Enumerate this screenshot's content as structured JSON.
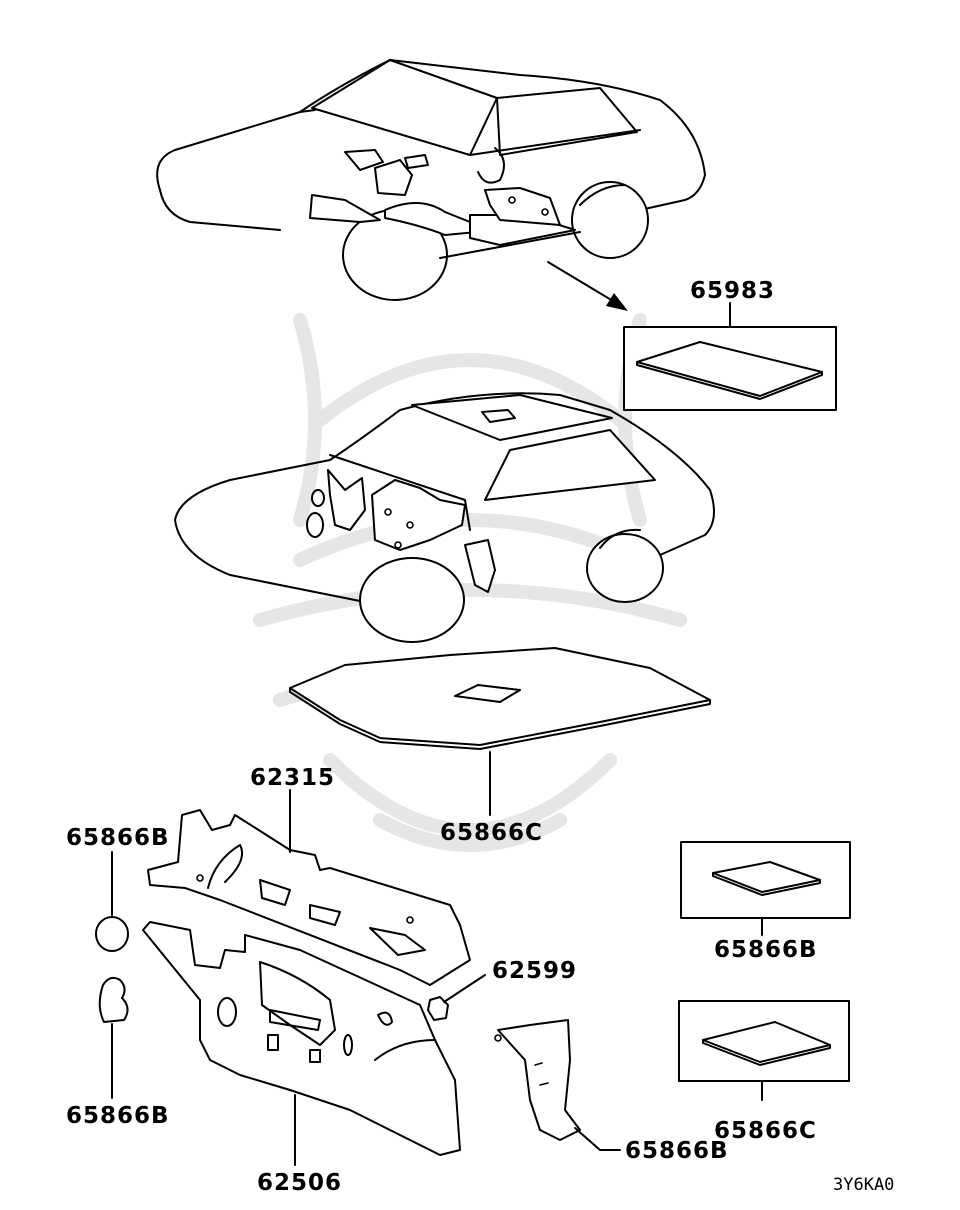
{
  "labels": {
    "p65983": "65983",
    "p62315": "62315",
    "p65866C_mid": "65866C",
    "p65866B_top_left": "65866B",
    "p65866B_box": "65866B",
    "p62599": "62599",
    "p65866B_bottom_left": "65866B",
    "p65866C_box": "65866C",
    "p65866B_bottom": "65866B",
    "p62506": "62506"
  },
  "diagram_code": "3Y6KA0",
  "colors": {
    "line": "#000000",
    "watermark": "#e6e6e6",
    "background": "#ffffff"
  }
}
